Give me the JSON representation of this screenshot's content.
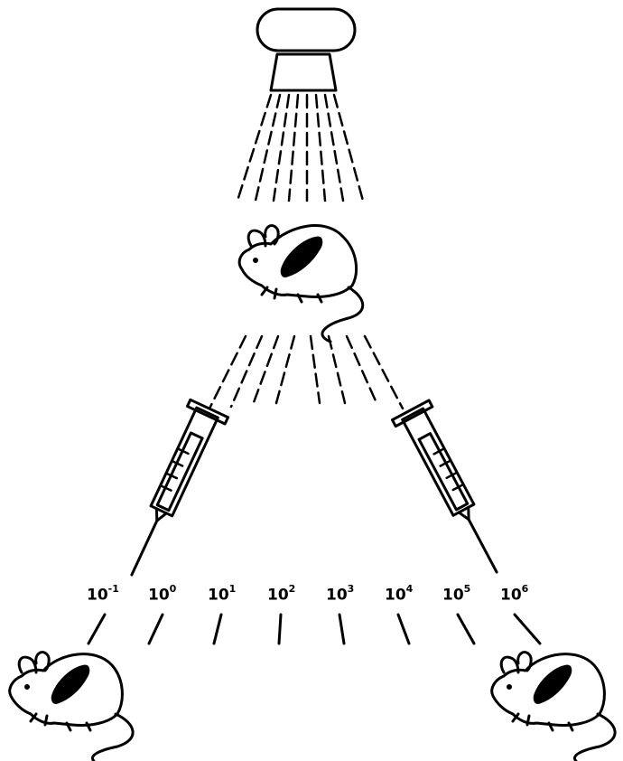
{
  "dilution_labels": [
    {
      "base": "10",
      "exp": "-1"
    },
    {
      "base": "10",
      "exp": "0"
    },
    {
      "base": "10",
      "exp": "1"
    },
    {
      "base": "10",
      "exp": "2"
    },
    {
      "base": "10",
      "exp": "3"
    },
    {
      "base": "10",
      "exp": "4"
    },
    {
      "base": "10",
      "exp": "5"
    },
    {
      "base": "10",
      "exp": "6"
    }
  ],
  "colors": {
    "ink": "#000000",
    "background": "#ffffff"
  }
}
